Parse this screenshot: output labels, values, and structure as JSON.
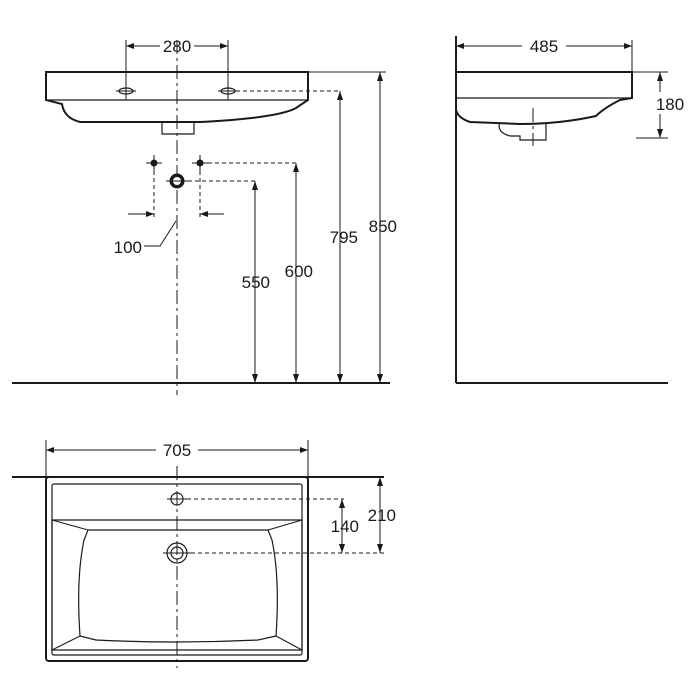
{
  "dimensions": {
    "tap_spacing": "280",
    "depth": "485",
    "side_height": "180",
    "pipe_spacing": "100",
    "pipe_height_a": "550",
    "pipe_height_b": "600",
    "rim_height": "795",
    "total_height": "850",
    "width": "705",
    "tap_offset": "210",
    "drain_offset": "140"
  },
  "colors": {
    "line": "#1a1a1a",
    "background": "#ffffff"
  }
}
